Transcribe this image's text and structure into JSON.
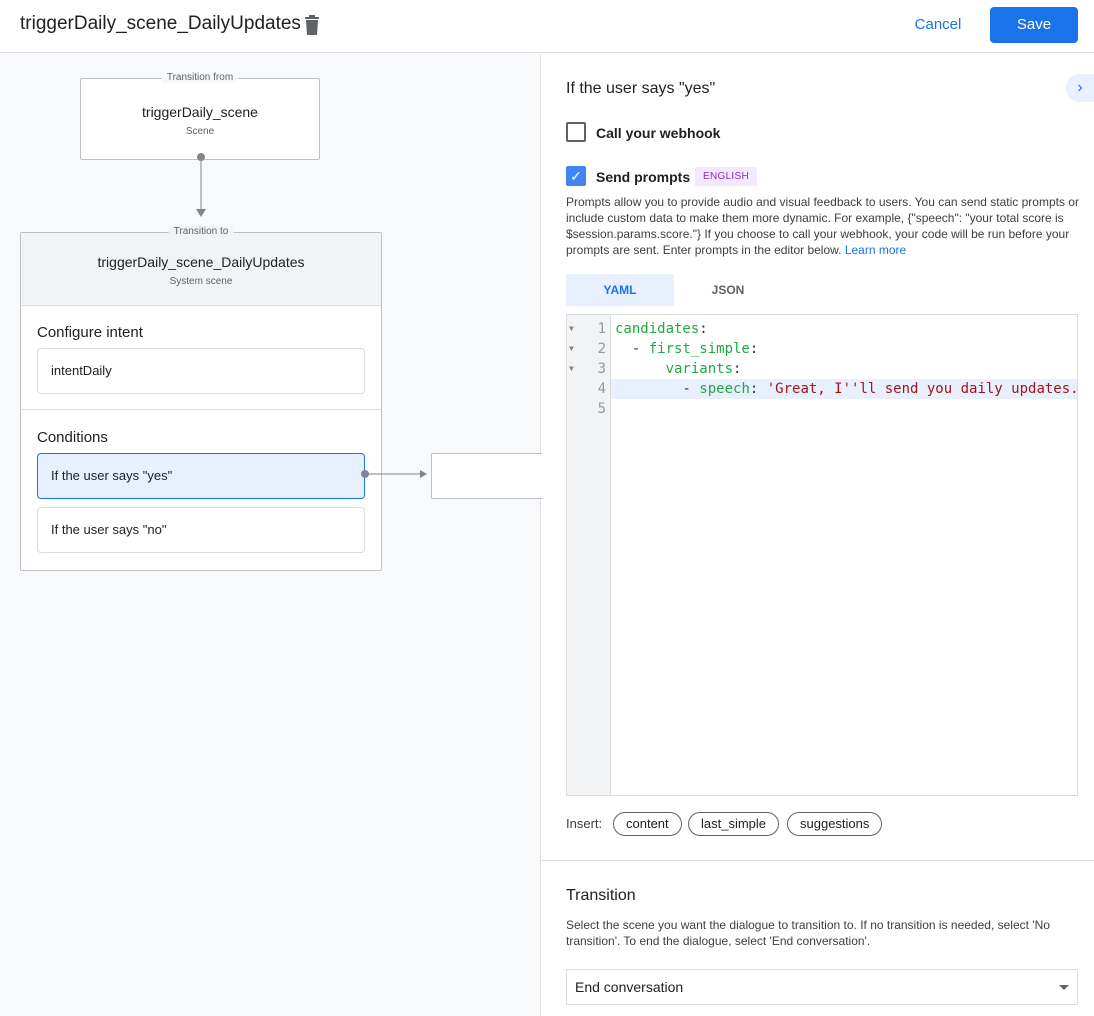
{
  "header": {
    "title": "triggerDaily_scene_DailyUpdates",
    "cancel": "Cancel",
    "save": "Save"
  },
  "canvas": {
    "from": {
      "label": "Transition from",
      "name": "triggerDaily_scene",
      "type": "Scene"
    },
    "to": {
      "label": "Transition to",
      "name": "triggerDaily_scene_DailyUpdates",
      "type": "System scene"
    },
    "intent_title": "Configure intent",
    "intent": "intentDaily",
    "conditions_title": "Conditions",
    "conditions": [
      "If the user says \"yes\"",
      "If the user says \"no\""
    ]
  },
  "panel": {
    "title": "If the user says \"yes\"",
    "webhook": {
      "label": "Call your webhook",
      "checked": false
    },
    "prompts": {
      "label": "Send prompts",
      "checked": true,
      "badge": "ENGLISH"
    },
    "description": "Prompts allow you to provide audio and visual feedback to users. You can send static prompts or include custom data to make them more dynamic. For example, {\"speech\": \"your total score is $session.params.score.\"} If you choose to call your webhook, your code will be run before your prompts are sent. Enter prompts in the editor below.",
    "learn_more": "Learn more",
    "tabs": [
      "YAML",
      "JSON"
    ],
    "active_tab": "YAML",
    "code": {
      "line_numbers": [
        "1",
        "2",
        "3",
        "4",
        "5"
      ],
      "l1": {
        "key": "candidates",
        "colon": ":"
      },
      "l2": {
        "dash": "  - ",
        "key": "first_simple",
        "colon": ":"
      },
      "l3": {
        "indent": "      ",
        "key": "variants",
        "colon": ":"
      },
      "l4": {
        "dash": "        - ",
        "key": "speech",
        "colon": ": ",
        "value": "'Great, I''ll send you daily updates."
      }
    },
    "insert_label": "Insert:",
    "insert_chips": [
      "content",
      "last_simple",
      "suggestions"
    ],
    "transition": {
      "title": "Transition",
      "description": "Select the scene you want the dialogue to transition to. If no transition is needed, select 'No transition'. To end the dialogue, select 'End conversation'.",
      "selected": "End conversation"
    }
  },
  "colors": {
    "primary": "#1a73e8",
    "code_key": "#22a843",
    "code_string": "#a31515"
  }
}
